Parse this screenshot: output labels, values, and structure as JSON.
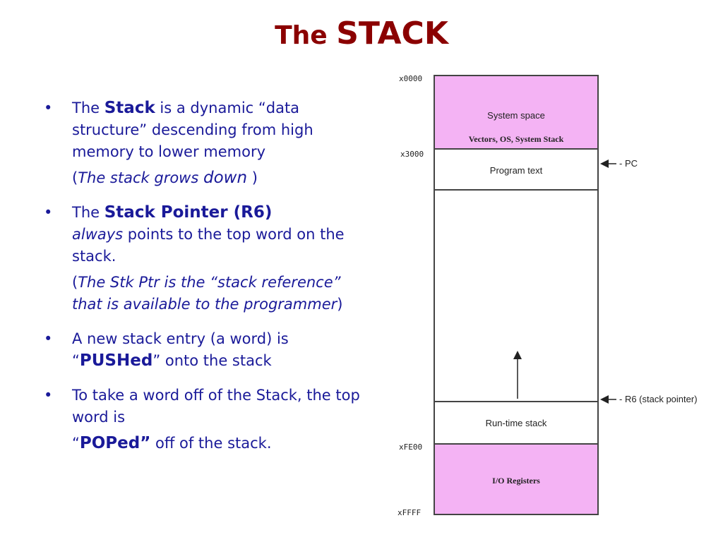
{
  "title": {
    "part1": "The ",
    "part2": "STACK"
  },
  "bullets": {
    "b1": {
      "pre": "The ",
      "stack": "Stack",
      "post": " is a dynamic “data structure” descending from high memory to lower memory",
      "sub_open": "(",
      "sub_italic": "The stack grows ",
      "sub_down": "down",
      "sub_close": " )"
    },
    "b2": {
      "pre": "The ",
      "sp": "Stack Pointer (R6)",
      "always": "always",
      "post": " points to the top word on the stack.",
      "sub_open": "(",
      "sub_italic": "The Stk Ptr is the “stack reference” that is available to the programmer",
      "sub_close": ")"
    },
    "b3": {
      "pre": "A new stack entry (a word) is “",
      "pushed": "PUSHed",
      "post": "” onto the stack"
    },
    "b4": {
      "line": "To take a word off of the Stack, the top word is",
      "open": "“",
      "poped": "POPed”",
      "post": " off of the stack."
    },
    "dot": "•"
  },
  "diagram": {
    "addresses": {
      "a0000": "x0000",
      "a3000": "x3000",
      "afe00": "xFE00",
      "affff": "xFFFF"
    },
    "regions": {
      "system_space": "System space",
      "vectors": "Vectors, OS, System Stack",
      "program_text": "Program text",
      "runtime_stack": "Run-time stack",
      "io_registers": "I/O Registers"
    },
    "pointers": {
      "pc": "- PC",
      "r6": "- R6 (stack pointer)"
    },
    "colors": {
      "system": "#f4b3f4",
      "io": "#f4b3f4",
      "title": "#8b0000",
      "text": "#1a1a99"
    }
  }
}
